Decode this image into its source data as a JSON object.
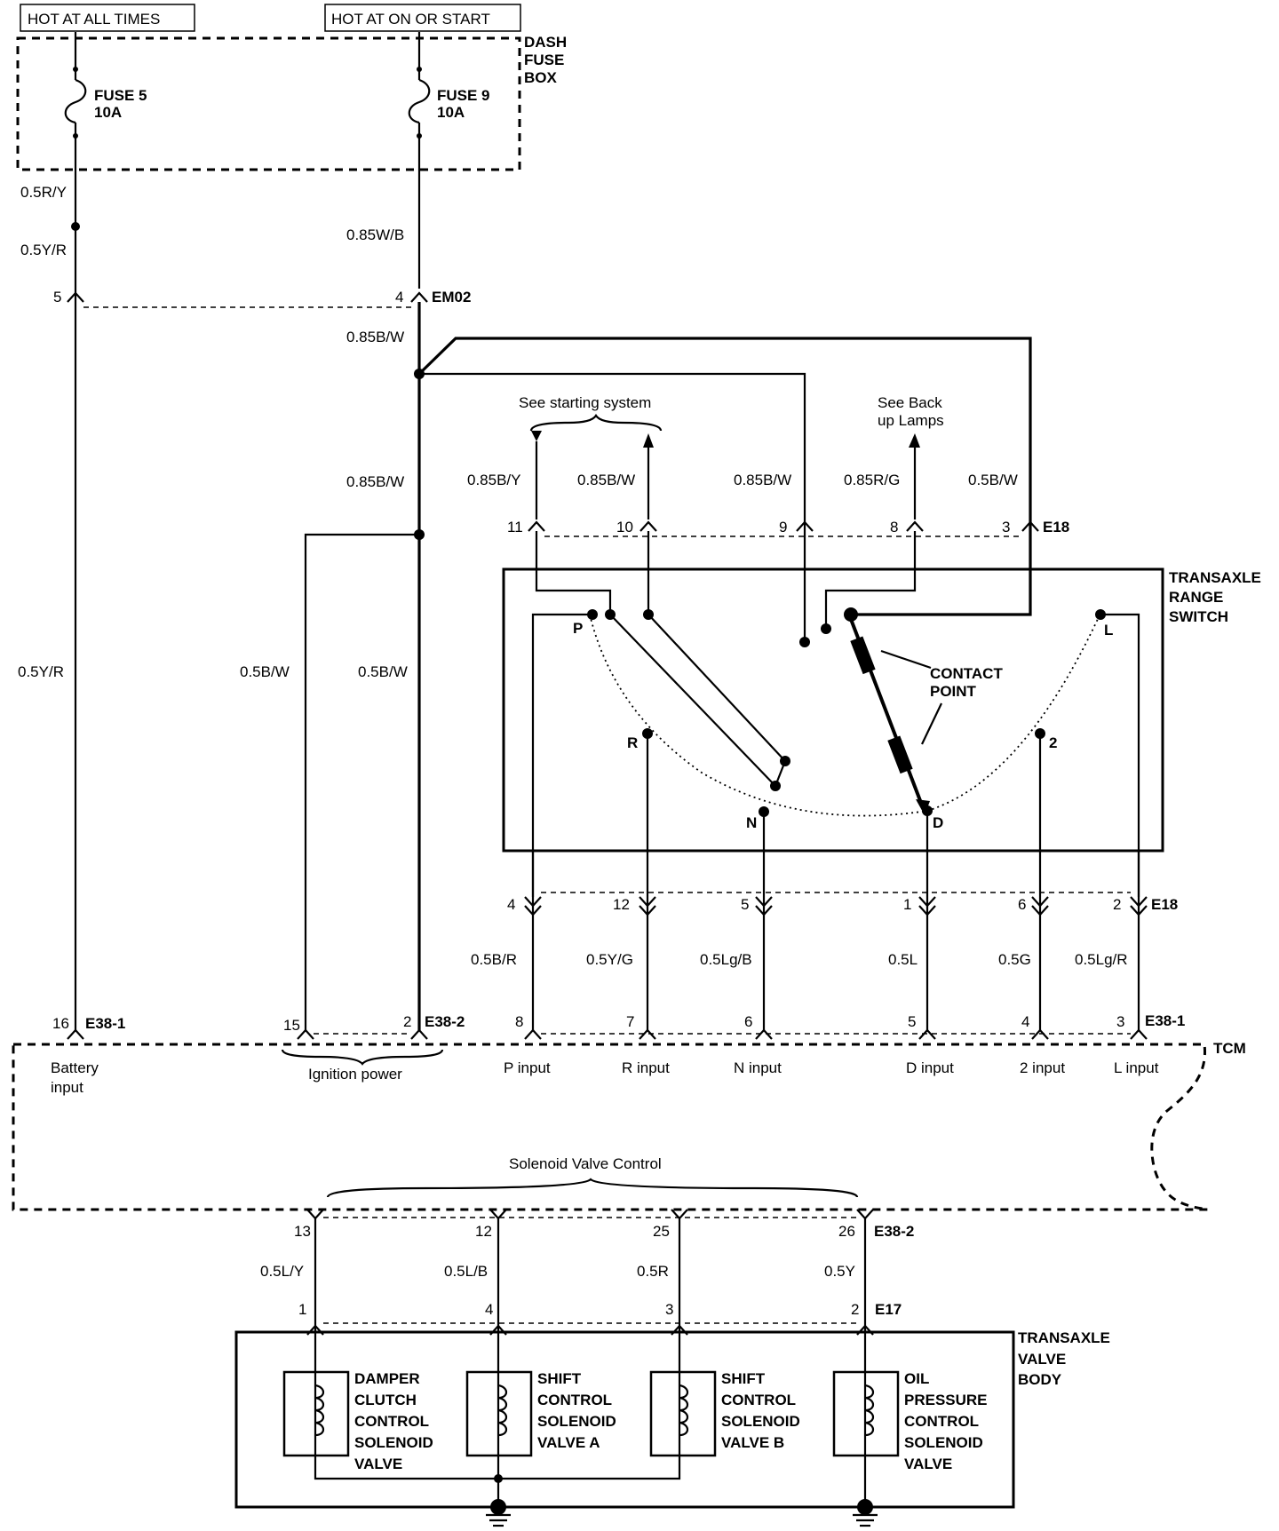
{
  "sources": {
    "hot_at_all_times": "HOT AT ALL TIMES",
    "hot_at_on_or_start": "HOT AT ON OR START"
  },
  "fuse_box": {
    "label": [
      "DASH",
      "FUSE",
      "BOX"
    ],
    "fuse5": {
      "name": "FUSE 5",
      "rating": "10A"
    },
    "fuse9": {
      "name": "FUSE 9",
      "rating": "10A"
    }
  },
  "connectors": {
    "em02": "EM02",
    "e18": "E18",
    "e18_bottom": "E18",
    "e38_1": "E38-1",
    "e38_2": "E38-2",
    "e38_1_right": "E38-1",
    "e38_2_solenoid": "E38-2",
    "e17": "E17"
  },
  "wires": {
    "w_05ry": "0.5R/Y",
    "w_05yr_a": "0.5Y/R",
    "w_085wb": "0.85W/B",
    "w_085bw_a": "0.85B/W",
    "w_085bw_b": "0.85B/W",
    "w_05yr_b": "0.5Y/R",
    "w_05bw_a": "0.5B/W",
    "w_05bw_b": "0.5B/W",
    "w_085by": "0.85B/Y",
    "w_085bw_c": "0.85B/W",
    "w_085bw_d": "0.85B/W",
    "w_085rg": "0.85R/G",
    "w_05bw_c": "0.5B/W",
    "w_05br": "0.5B/R",
    "w_05yg": "0.5Y/G",
    "w_05lgb": "0.5Lg/B",
    "w_05l": "0.5L",
    "w_05g": "0.5G",
    "w_05lgr": "0.5Lg/R",
    "w_05ly": "0.5L/Y",
    "w_05lb": "0.5L/B",
    "w_05r": "0.5R",
    "w_05y": "0.5Y"
  },
  "pins": {
    "em02_left": "5",
    "em02_right": "4",
    "e18_top": [
      "11",
      "10",
      "9",
      "8",
      "3"
    ],
    "e18_bottom": [
      "4",
      "12",
      "5",
      "1",
      "6",
      "2"
    ],
    "tcm": [
      "16",
      "15",
      "2",
      "8",
      "7",
      "6",
      "5",
      "4",
      "3"
    ],
    "e38_2_sol": [
      "13",
      "12",
      "25",
      "26"
    ],
    "e17": [
      "1",
      "4",
      "3",
      "2"
    ]
  },
  "notes": {
    "see_starting_system": "See starting system",
    "see_backup": [
      "See Back",
      "up Lamps"
    ]
  },
  "range_switch": {
    "label": [
      "TRANSAXLE",
      "RANGE",
      "SWITCH"
    ],
    "positions": {
      "P": "P",
      "R": "R",
      "N": "N",
      "D": "D",
      "two": "2",
      "L": "L"
    },
    "contact_point": [
      "CONTACT",
      "POINT"
    ]
  },
  "tcm": {
    "label": "TCM",
    "battery_input": [
      "Battery",
      "input"
    ],
    "ignition_power": "Ignition power",
    "inputs": [
      "P input",
      "R input",
      "N input",
      "D input",
      "2 input",
      "L input"
    ],
    "solenoid_valve_control": "Solenoid Valve Control"
  },
  "valve_body": {
    "label": [
      "TRANSAXLE",
      "VALVE",
      "BODY"
    ],
    "solenoids": [
      [
        "DAMPER",
        "CLUTCH",
        "CONTROL",
        "SOLENOID",
        "VALVE"
      ],
      [
        "SHIFT",
        "CONTROL",
        "SOLENOID",
        "VALVE A"
      ],
      [
        "SHIFT",
        "CONTROL",
        "SOLENOID",
        "VALVE B"
      ],
      [
        "OIL",
        "PRESSURE",
        "CONTROL",
        "SOLENOID",
        "VALVE"
      ]
    ]
  }
}
